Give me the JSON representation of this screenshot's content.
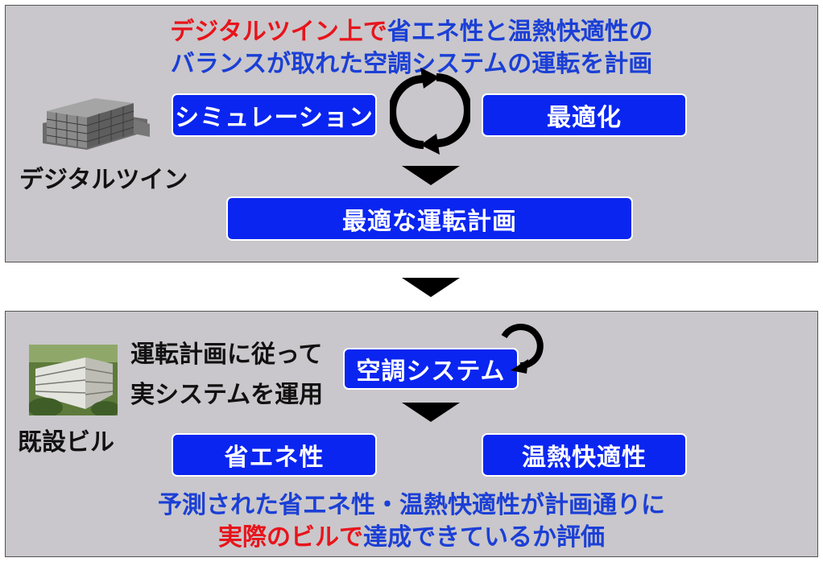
{
  "top": {
    "heading_line1_red": "デジタルツイン上で",
    "heading_line1_blue": "省エネ性と温熱快適性の",
    "heading_line2": "バランスが取れた空調システムの運転を計画",
    "digital_twin_label": "デジタルツイン",
    "btn_simulation": "シミュレーション",
    "btn_optimization": "最適化",
    "btn_plan": "最適な運転計画"
  },
  "bottom": {
    "instruction_line1": "運転計画に従って",
    "instruction_line2": "実システムを運用",
    "btn_hvac": "空調システム",
    "existing_building_label": "既設ビル",
    "btn_energy": "省エネ性",
    "btn_comfort": "温熱快適性",
    "footer_line1": "予測された省エネ性・温熱快適性が計画通りに",
    "footer_line2_red": "実際のビルで",
    "footer_line2_blue": "達成できているか評価"
  },
  "colors": {
    "button_blue": "#0a25f0",
    "heading_blue": "#1b3fd6",
    "highlight_red": "#e8141b",
    "panel_gray": "#c9c7cb"
  }
}
